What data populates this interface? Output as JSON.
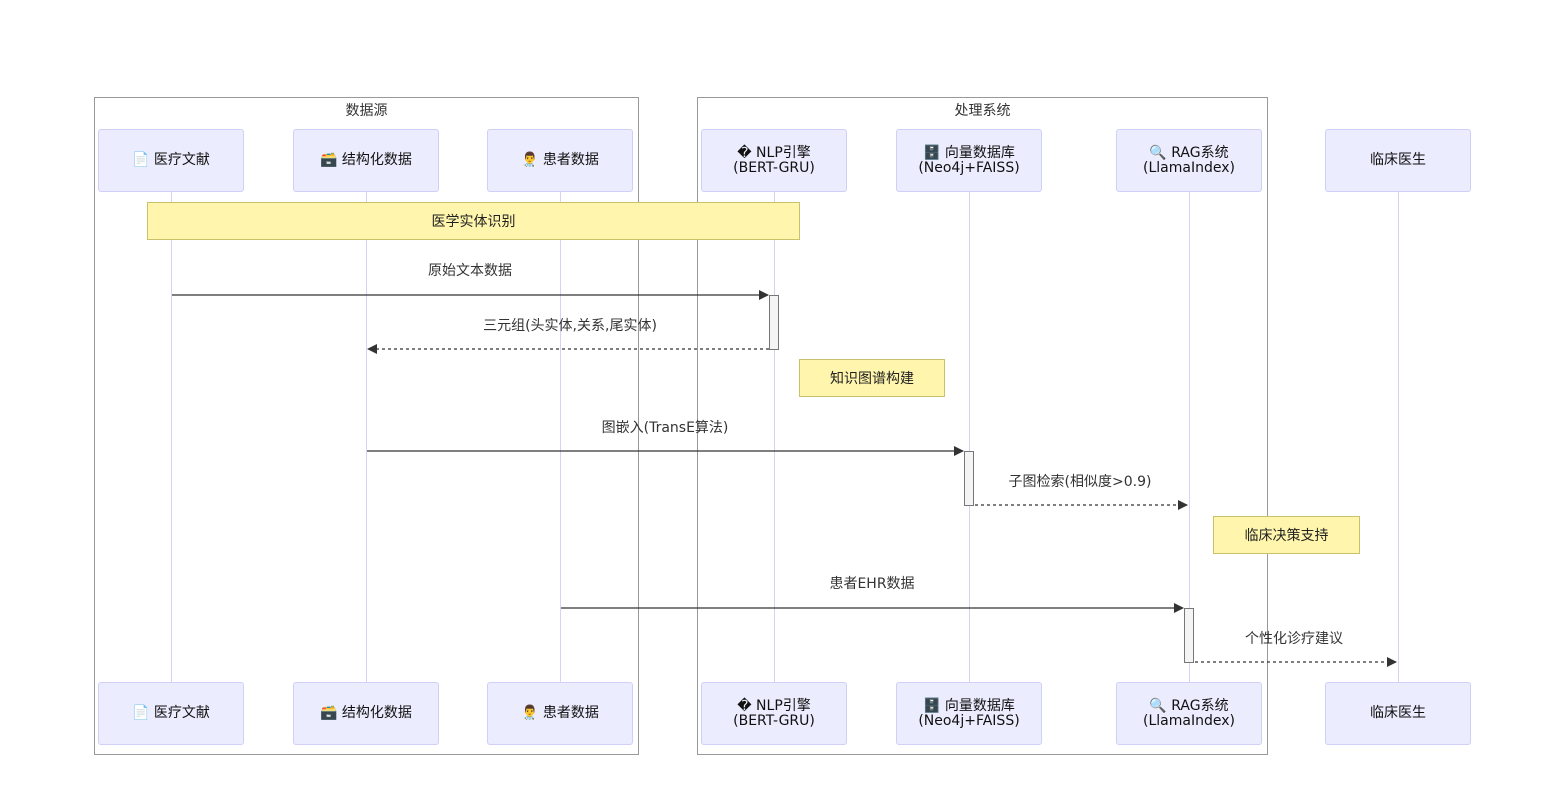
{
  "groups": {
    "sources": {
      "label": "数据源"
    },
    "processing": {
      "label": "处理系统"
    }
  },
  "actors": [
    {
      "id": "lit",
      "line1": "📄 医疗文献",
      "line2": ""
    },
    {
      "id": "struct",
      "line1": "🗃️ 结构化数据",
      "line2": ""
    },
    {
      "id": "patient",
      "line1": "👨‍⚕️ 患者数据",
      "line2": ""
    },
    {
      "id": "nlp",
      "line1": "� NLP引擎",
      "line2": "(BERT-GRU)"
    },
    {
      "id": "vec",
      "line1": "🗄️ 向量数据库",
      "line2": "(Neo4j+FAISS)"
    },
    {
      "id": "rag",
      "line1": "🔍 RAG系统",
      "line2": "(LlamaIndex)"
    },
    {
      "id": "doc",
      "line1": "临床医生",
      "line2": ""
    }
  ],
  "notes": {
    "ner": "医学实体识别",
    "kg": "知识图谱构建",
    "cds": "临床决策支持"
  },
  "messages": [
    {
      "label": "原始文本数据",
      "from": "lit",
      "to": "nlp",
      "style": "solid"
    },
    {
      "label": "三元组(头实体,关系,尾实体)",
      "from": "nlp",
      "to": "struct",
      "style": "dashed"
    },
    {
      "label": "图嵌入(TransE算法)",
      "from": "struct",
      "to": "vec",
      "style": "solid"
    },
    {
      "label": "子图检索(相似度>0.9)",
      "from": "vec",
      "to": "rag",
      "style": "dashed"
    },
    {
      "label": "患者EHR数据",
      "from": "patient",
      "to": "rag",
      "style": "solid"
    },
    {
      "label": "个性化诊疗建议",
      "from": "rag",
      "to": "doc",
      "style": "dashed"
    }
  ]
}
